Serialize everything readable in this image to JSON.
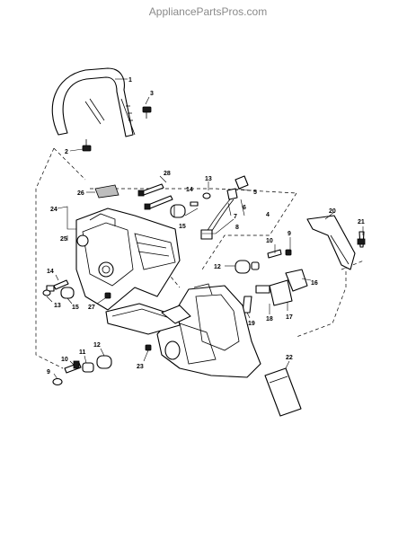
{
  "watermark": "AppliancePartsPros.com",
  "callouts": {
    "c1": "1",
    "c2": "2",
    "c3": "3",
    "c4": "4",
    "c5": "5",
    "c6": "6",
    "c7": "7",
    "c8": "8",
    "c9a": "9",
    "c9b": "9",
    "c10a": "10",
    "c10b": "10",
    "c11": "11",
    "c12a": "12",
    "c12b": "12",
    "c13a": "13",
    "c13b": "13",
    "c14a": "14",
    "c14b": "14",
    "c15a": "15",
    "c15b": "15",
    "c16": "16",
    "c17": "17",
    "c18": "18",
    "c19": "19",
    "c20": "20",
    "c21": "21",
    "c22": "22",
    "c23": "23",
    "c24": "24",
    "c25": "25",
    "c26": "26",
    "c27": "27",
    "c28": "28"
  }
}
